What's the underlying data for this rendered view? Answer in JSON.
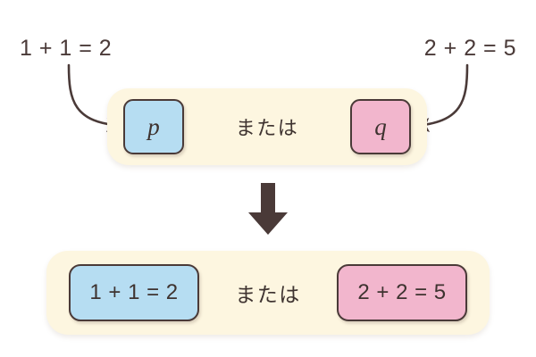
{
  "diagram": {
    "title": "logical-disjunction-substitution",
    "colors": {
      "background": "#ffffff",
      "panel": "#fdf6e0",
      "ink": "#4a3a38",
      "blue": "#b6ddf2",
      "pink": "#f2b6cd",
      "border": "#4a3a38"
    }
  },
  "captions": {
    "left": "1 + 1 = 2",
    "right": "2 + 2 = 5"
  },
  "top_panel": {
    "left_box": "p",
    "connective": "または",
    "right_box": "q"
  },
  "transform_arrow": {
    "direction": "down",
    "icon": "arrow-down-icon"
  },
  "bottom_panel": {
    "left_box": "1 + 1 = 2",
    "connective": "または",
    "right_box": "2 + 2 = 5"
  },
  "connectors": [
    {
      "name": "left-substitution-arrow",
      "from": "caption-left",
      "to": "top-panel-box-p"
    },
    {
      "name": "right-substitution-arrow",
      "from": "caption-right",
      "to": "top-panel-box-q"
    }
  ]
}
